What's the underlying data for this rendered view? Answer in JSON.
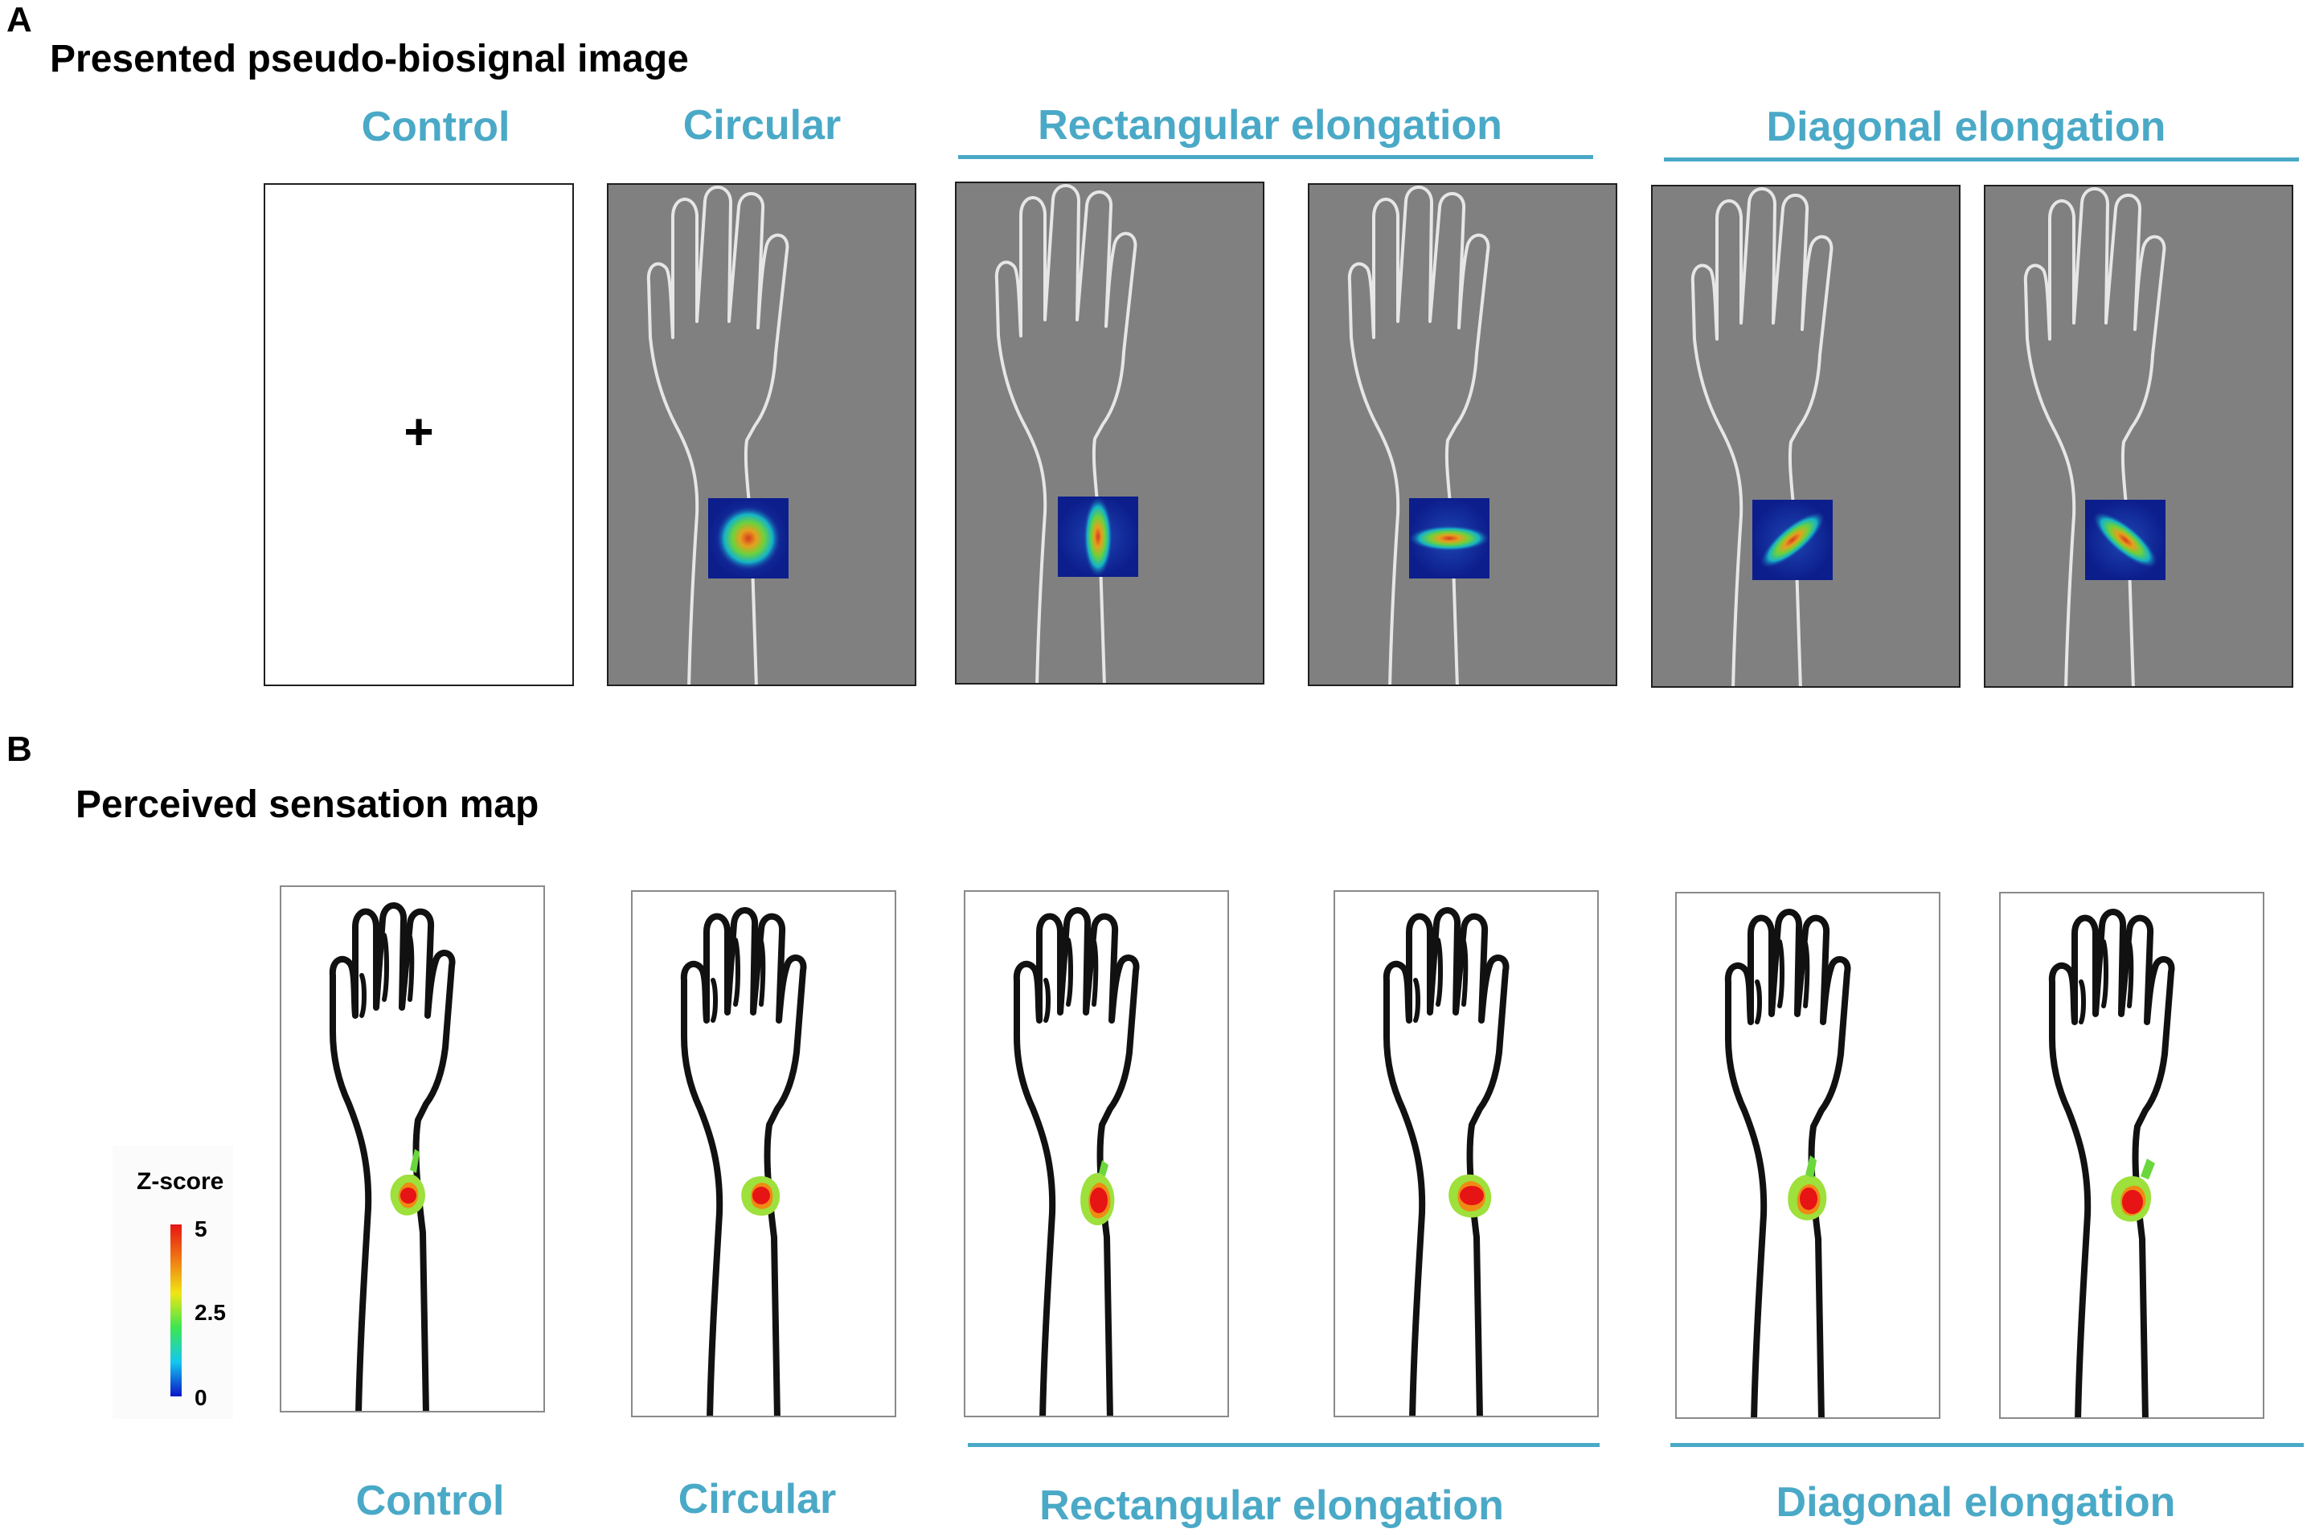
{
  "panel_a": {
    "letter": "A",
    "heading": "Presented pseudo-biosignal image",
    "conditions": [
      {
        "key": "control",
        "label": "Control"
      },
      {
        "key": "circular",
        "label": "Circular"
      },
      {
        "key": "rect",
        "label": "Rectangular elongation"
      },
      {
        "key": "diag",
        "label": "Diagonal elongation"
      }
    ],
    "fixation_symbol": "+",
    "stimuli": [
      {
        "condition": "control",
        "pattern": "none"
      },
      {
        "condition": "circular",
        "pattern": "circle"
      },
      {
        "condition": "rect",
        "pattern": "vertical-ellipse"
      },
      {
        "condition": "rect",
        "pattern": "horizontal-ellipse"
      },
      {
        "condition": "diag",
        "pattern": "diagonal-up-right"
      },
      {
        "condition": "diag",
        "pattern": "diagonal-down-right"
      }
    ]
  },
  "panel_b": {
    "letter": "B",
    "heading": "Perceived sensation map",
    "conditions": [
      {
        "key": "control",
        "label": "Control"
      },
      {
        "key": "circular",
        "label": "Circular"
      },
      {
        "key": "rect",
        "label": "Rectangular elongation"
      },
      {
        "key": "diag",
        "label": "Diagonal elongation"
      }
    ],
    "colorbar": {
      "title": "Z-score",
      "ticks": [
        "5",
        "2.5",
        "0"
      ],
      "min": 0,
      "max": 5,
      "colors": [
        "#0a14c8",
        "#14c8f0",
        "#3ce650",
        "#f0e614",
        "#f07814",
        "#e61414"
      ]
    }
  },
  "colors": {
    "accent": "#4aa9c7",
    "stim_background": "#808080",
    "hand_outline_a": "#e6e6e6",
    "hand_outline_b": "#111111"
  }
}
